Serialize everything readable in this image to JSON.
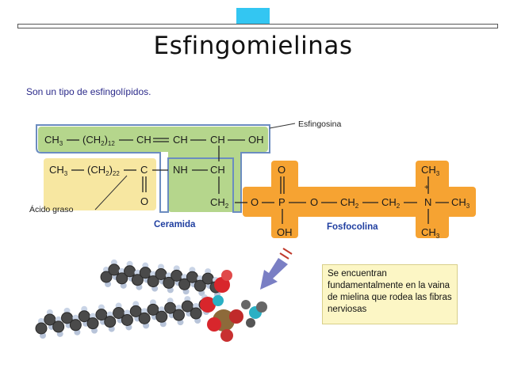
{
  "slide": {
    "title": "Esfingomielinas",
    "subtitle": "Son un tipo de esfingolípidos."
  },
  "labels": {
    "esfingosina": "Esfingosina",
    "acido_graso": "Ácido graso",
    "ceramida": "Ceramida",
    "fosfocolina": "Fosfocolina"
  },
  "formula": {
    "sphingosine_chain": [
      "CH3",
      "(CH2)12",
      "CH",
      "CH",
      "CH",
      "OH"
    ],
    "fatty_acid_chain": [
      "CH3",
      "(CH2)22",
      "C"
    ],
    "amide": [
      "NH",
      "CH"
    ],
    "carbonyl_o": "O",
    "ch2": "CH2",
    "phosphocholine": [
      "O",
      "P",
      "O",
      "CH2",
      "CH2",
      "N",
      "CH3"
    ],
    "phosphate_top": "O",
    "phosphate_bottom": "OH",
    "choline_top": "CH3",
    "choline_bottom": "CH3",
    "charge": "+"
  },
  "note": {
    "text": "Se encuentran fundamentalmente en la vaina de mielina que rodea las fibras nerviosas"
  },
  "colors": {
    "accent_cyan": "#33c6f2",
    "ceramide_green": "#b5d68c",
    "fatty_acid_yellow": "#f7e7a1",
    "phosphocholine_orange": "#f6a332",
    "sphingosine_outline": "#6b8cc0",
    "label_blue": "#1f3ea0",
    "note_yellow": "#fcf6c5"
  }
}
